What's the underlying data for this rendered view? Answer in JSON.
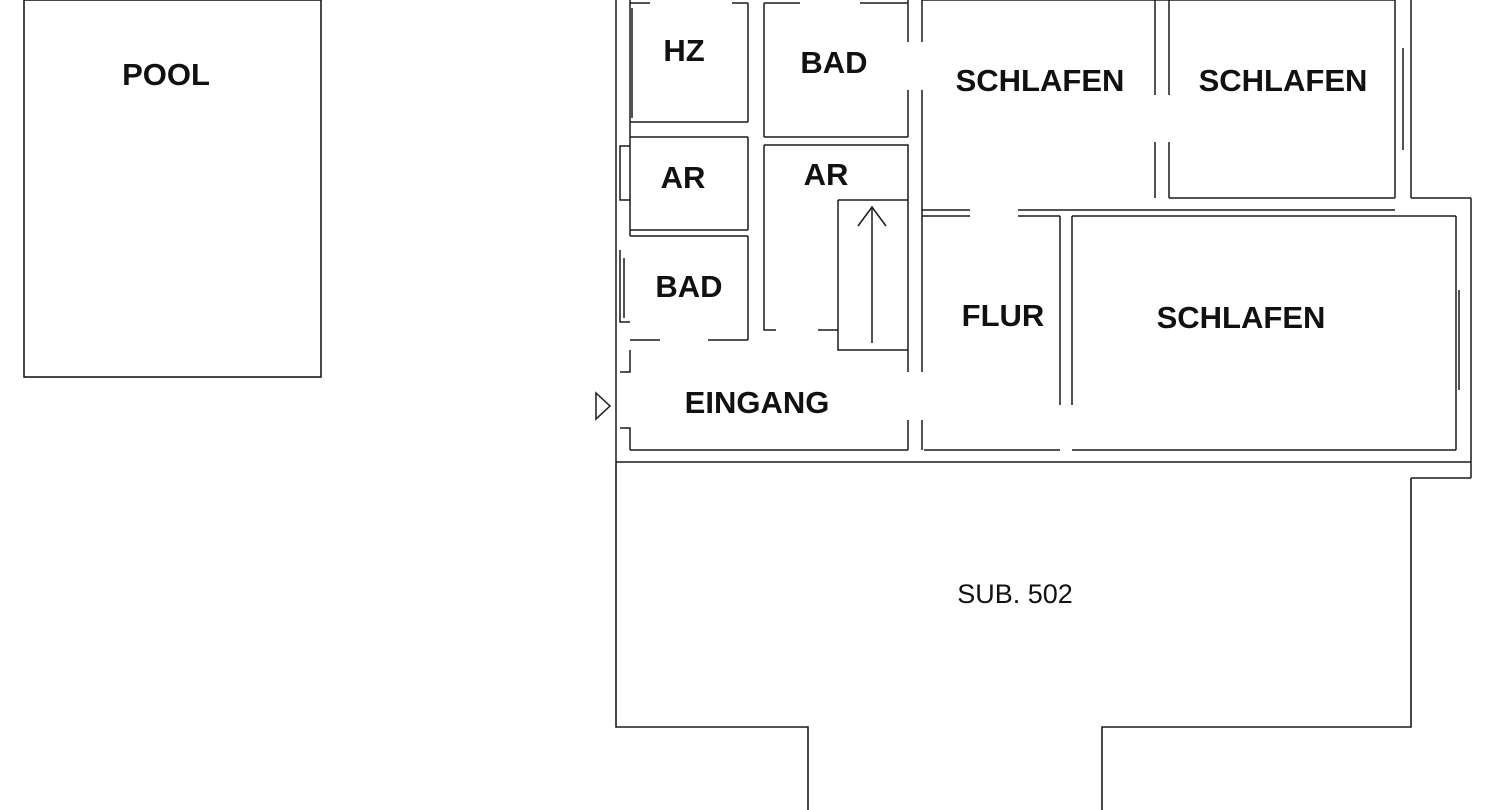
{
  "plan": {
    "rooms": {
      "pool": "POOL",
      "hz": "HZ",
      "bad_top": "BAD",
      "schlafen_1": "SCHLAFEN",
      "schlafen_2": "SCHLAFEN",
      "ar_left": "AR",
      "ar_right": "AR",
      "bad_left": "BAD",
      "flur": "FLUR",
      "schlafen_3": "SCHLAFEN",
      "eingang": "EINGANG"
    },
    "terrace_label": "SUB. 502",
    "icons": {
      "stair_arrow": "stair-up-arrow-icon",
      "entrance_marker": "entrance-triangle-icon"
    }
  }
}
